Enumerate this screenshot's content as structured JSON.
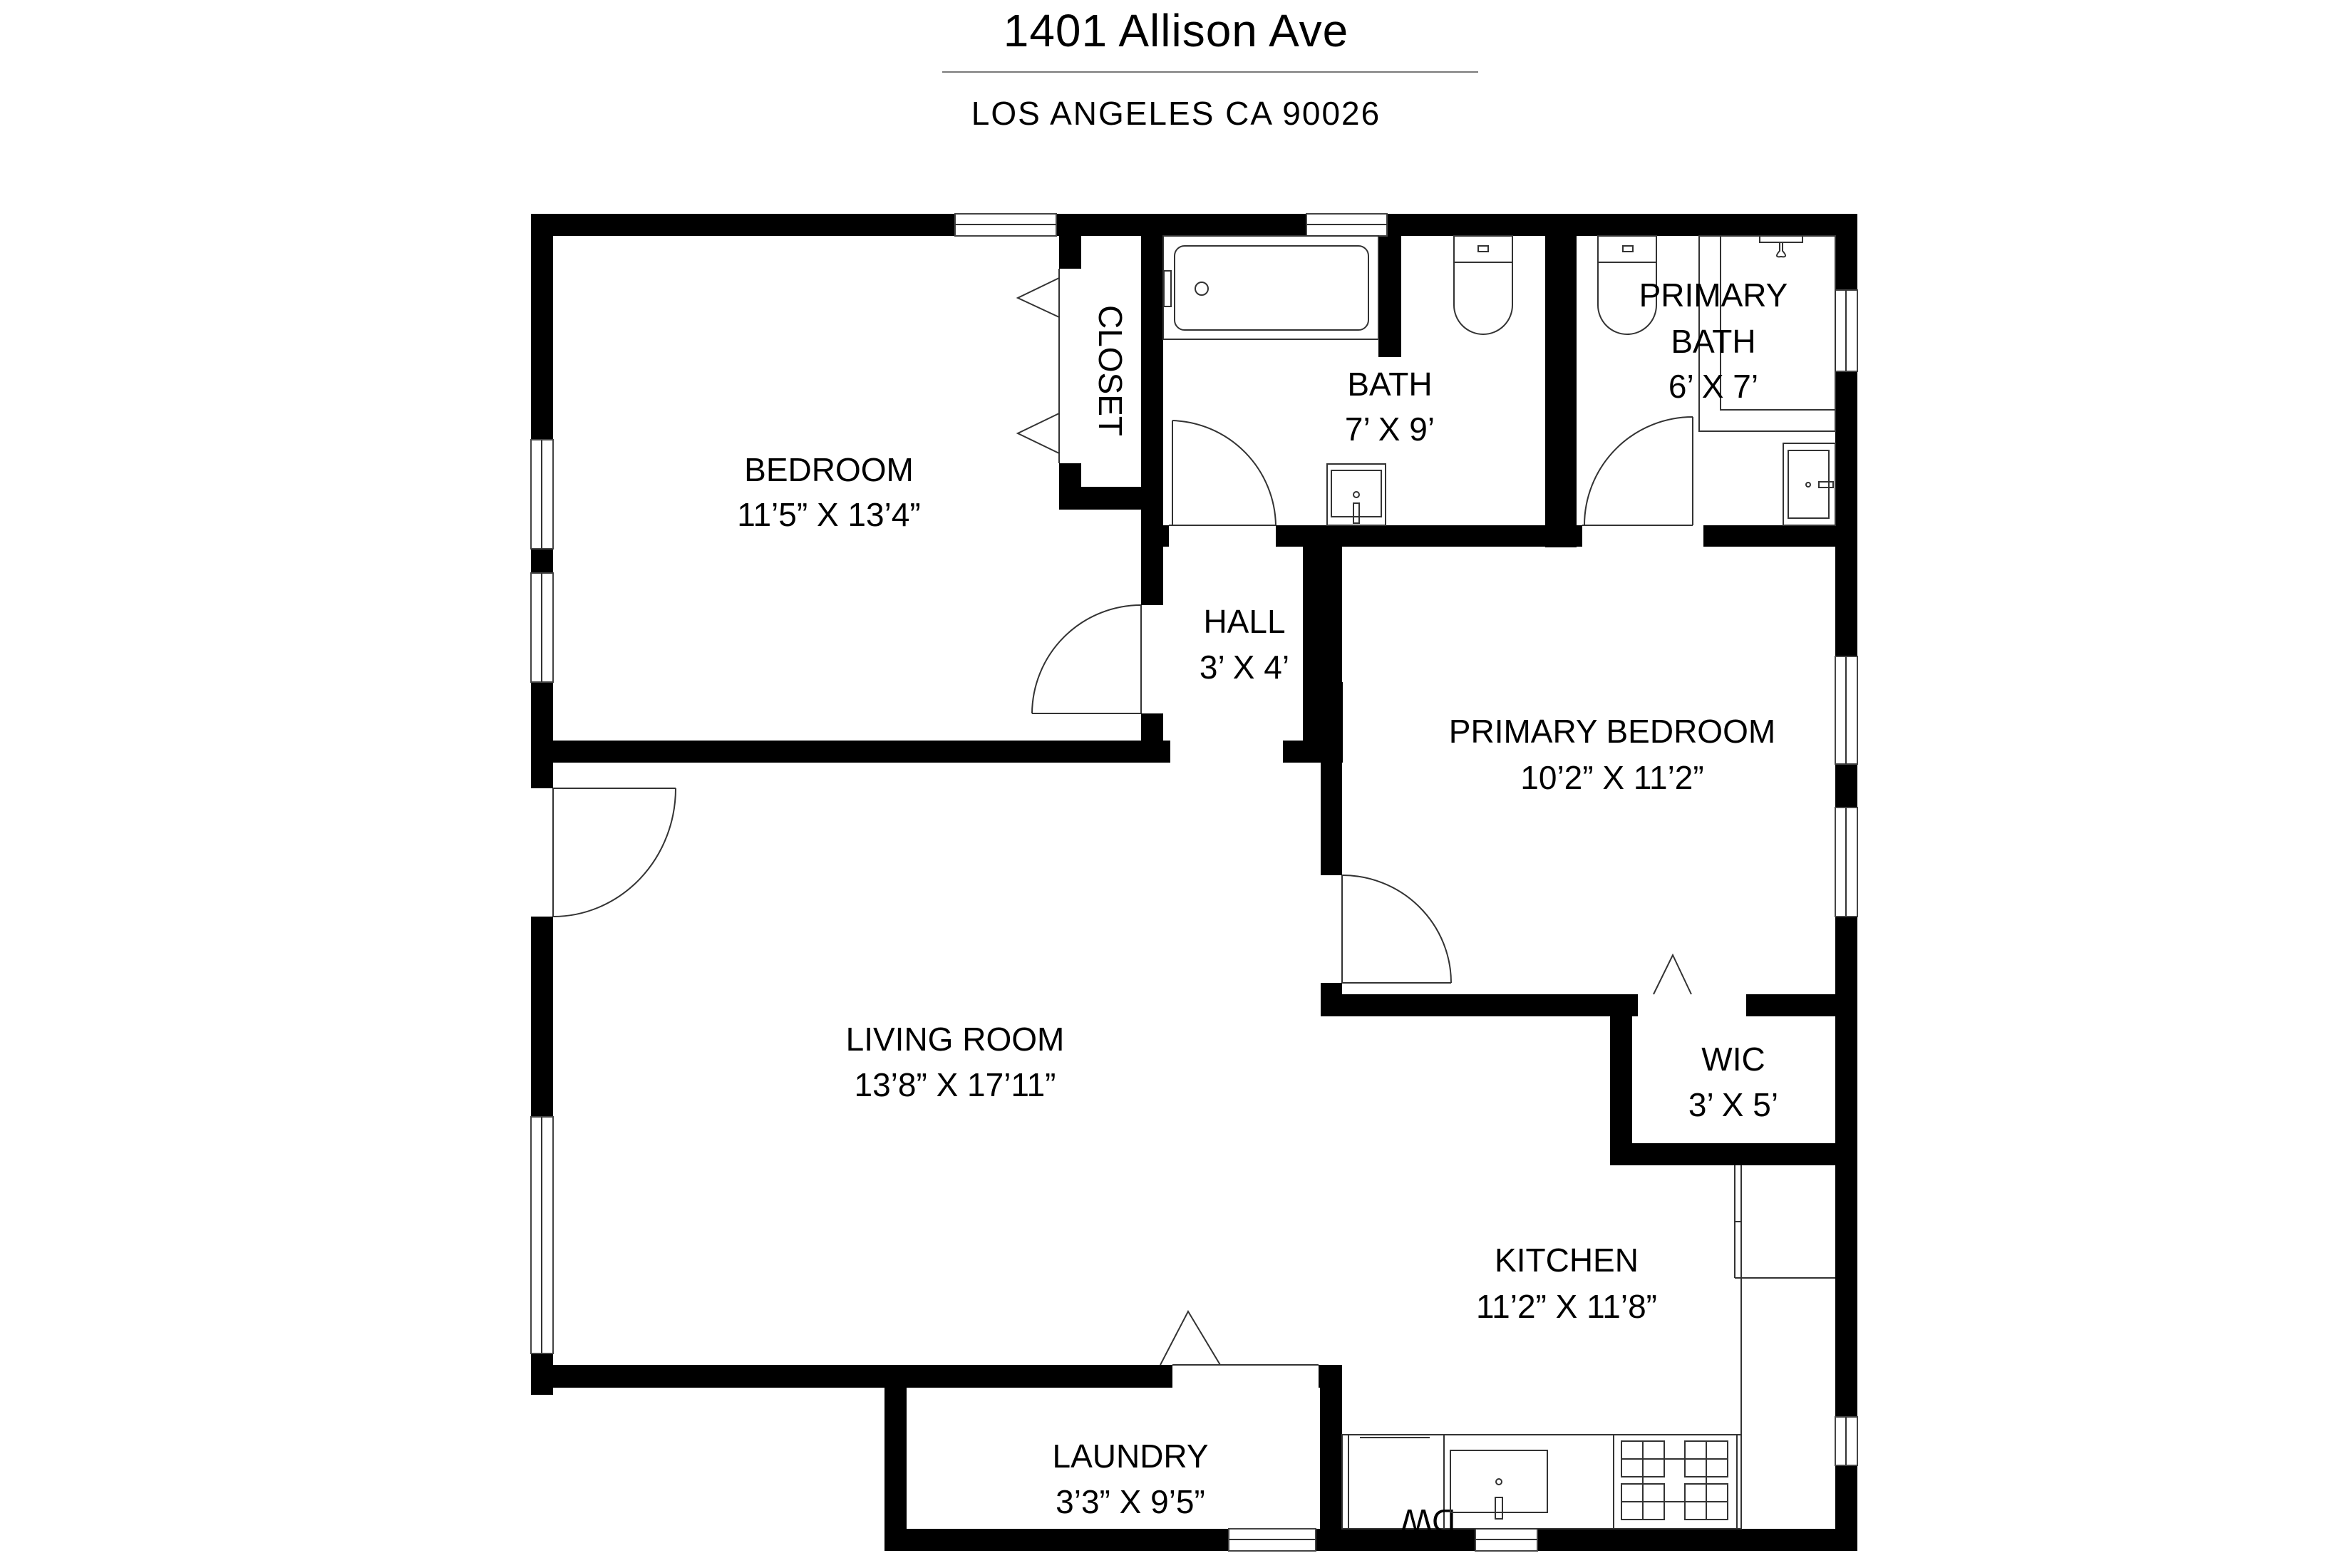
{
  "header": {
    "address": "1401 Allison Ave",
    "city": "LOS ANGELES CA 90026"
  },
  "rooms": {
    "bedroom": {
      "name": "BEDROOM",
      "size": "11’5” X 13’4”"
    },
    "closet": {
      "name": "CLOSET"
    },
    "bath": {
      "name": "BATH",
      "size": "7’ X 9’"
    },
    "primary_bath": {
      "name_line1": "PRIMARY",
      "name_line2": "BATH",
      "size": "6’ X 7’"
    },
    "hall": {
      "name": "HALL",
      "size": "3’ X 4’"
    },
    "primary_bedroom": {
      "name": "PRIMARY BEDROOM",
      "size": "10’2” X 11’2”"
    },
    "living_room": {
      "name": "LIVING ROOM",
      "size": "13’8” X 17’11”"
    },
    "wic": {
      "name": "WIC",
      "size": "3’ X 5’"
    },
    "kitchen": {
      "name": "KITCHEN",
      "size": "11’2” X 11’8”"
    },
    "laundry": {
      "name": "LAUNDRY",
      "size": "3’3” X 9’5”"
    }
  },
  "fixtures": {
    "dishwasher_label": "DW"
  },
  "colors": {
    "wall": "#000000",
    "background": "#ffffff",
    "rule": "#7a7a7a"
  }
}
